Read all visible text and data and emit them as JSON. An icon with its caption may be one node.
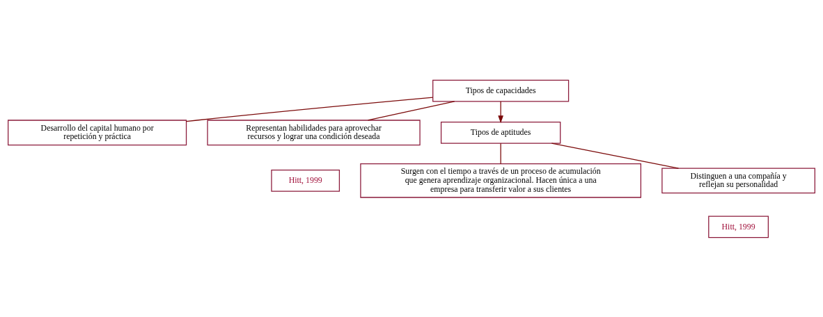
{
  "diagram": {
    "nodes": [
      {
        "text": [
          "Tipos de capacidades"
        ]
      },
      {
        "text": [
          "Desarrollo del capital humano por repetición y práctica"
        ]
      },
      {
        "text": [
          "Representan habilidades para aprovechar recursos y lograr una condición deseada"
        ]
      },
      {
        "text": [
          "Hitt, 1999"
        ]
      },
      {
        "text": [
          "Tipos de aptitudes"
        ]
      },
      {
        "text": [
          "Surgen con el tiempo a través de un proceso de acumulación que genera aprendizaje organizacional. Hacen única a una empresa para transferir valor a sus clientes"
        ]
      },
      {
        "text": [
          "Distinguen a una compañía y reflejan su personalidad"
        ]
      },
      {
        "text": [
          "Hitt, 1999"
        ]
      }
    ],
    "edges": [
      {
        "from": 0,
        "to": 1,
        "arrow": "none"
      },
      {
        "from": 0,
        "to": 2,
        "arrow": "none"
      },
      {
        "from": 0,
        "to": 4,
        "arrow": "to"
      },
      {
        "from": 4,
        "to": 5,
        "arrow": "none"
      },
      {
        "from": 4,
        "to": 6,
        "arrow": "none"
      }
    ]
  }
}
